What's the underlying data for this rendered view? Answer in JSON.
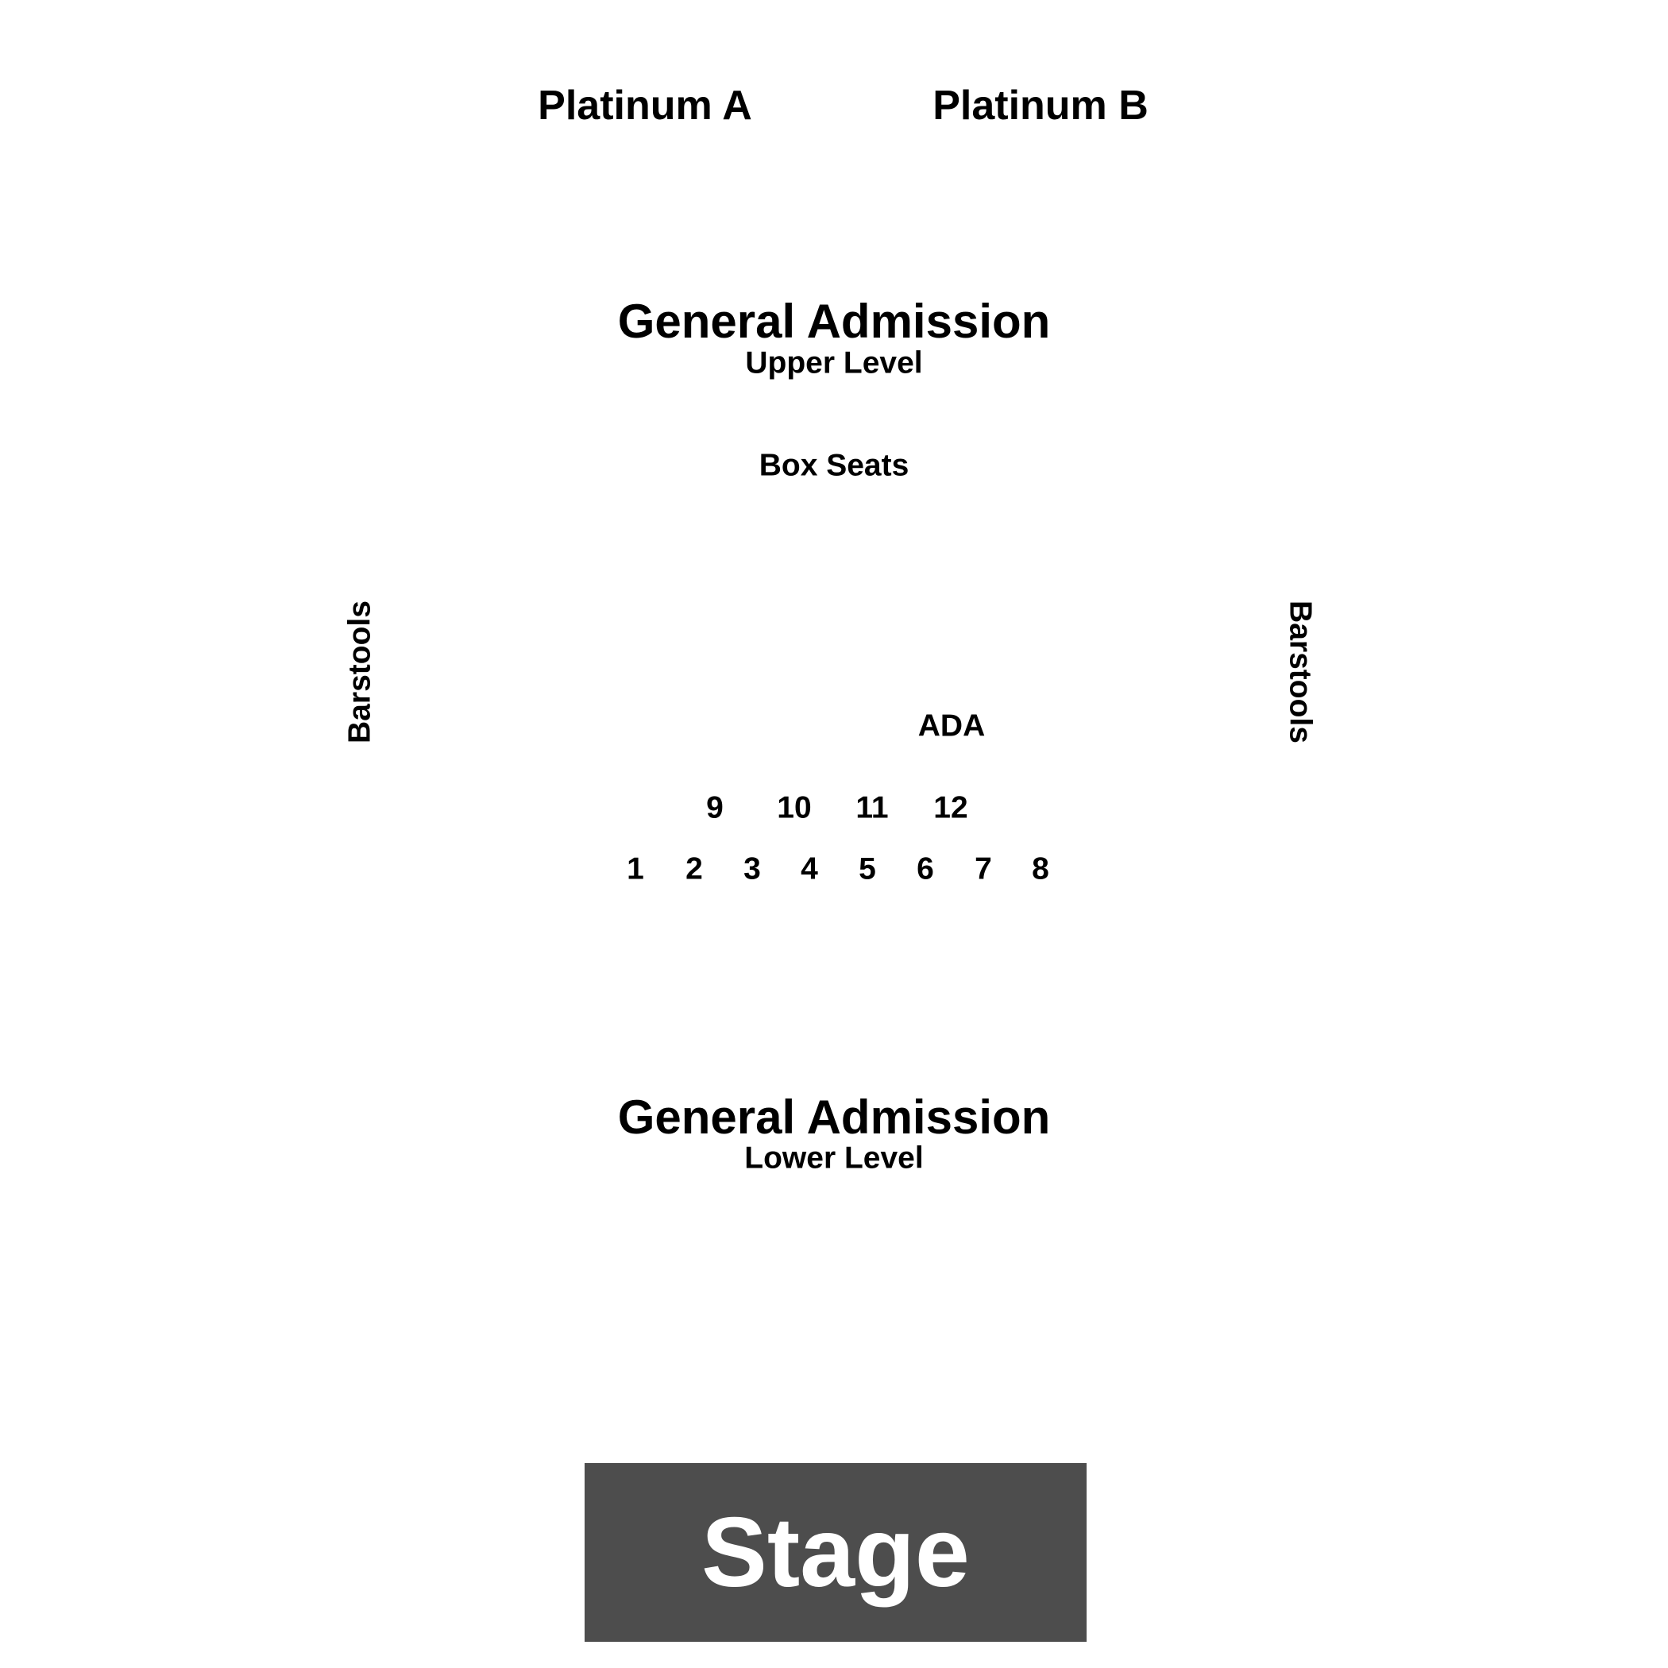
{
  "venue_map": {
    "platinum_a": "Platinum A",
    "platinum_b": "Platinum B",
    "ga_upper": {
      "title": "General Admission",
      "subtitle": "Upper Level"
    },
    "box_seats": "Box Seats",
    "barstools_left": "Barstools",
    "barstools_right": "Barstools",
    "ada": "ADA",
    "boxes_top_row": [
      "9",
      "10",
      "11",
      "12"
    ],
    "boxes_bottom_row": [
      "1",
      "2",
      "3",
      "4",
      "5",
      "6",
      "7",
      "8"
    ],
    "ga_lower": {
      "title": "General Admission",
      "subtitle": "Lower Level"
    },
    "stage": "Stage",
    "colors": {
      "text": "#000000",
      "background": "#ffffff",
      "stage_fill": "#4d4d4d",
      "stage_text": "#ffffff"
    }
  }
}
